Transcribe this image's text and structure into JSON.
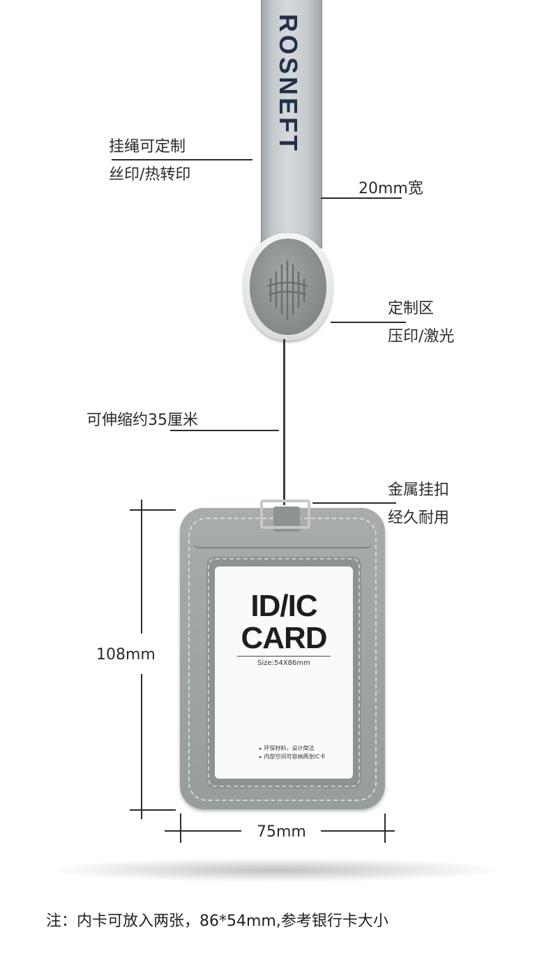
{
  "lanyard": {
    "brand_text": "ROSNEFT",
    "color": "#c7cbce"
  },
  "callouts": {
    "lanyard_custom": "挂绳可定制",
    "lanyard_print": "丝印/热转印",
    "width": "20mm宽",
    "custom_zone": "定制区",
    "custom_zone_method": "压印/激光",
    "retract": "可伸缩约35厘米",
    "clip_title": "金属挂扣",
    "clip_desc": "经久耐用"
  },
  "dimensions": {
    "height": "108mm",
    "width": "75mm"
  },
  "card": {
    "title_line1": "ID/IC",
    "title_line2": "CARD",
    "size": "Size:54X86mm",
    "notes": [
      "环保材料，设计简洁",
      "内部空间可容纳两张IC卡"
    ],
    "holder_color": "#9fa4a1"
  },
  "footer": {
    "note": "注：内卡可放入两张，86*54mm,参考银行卡大小"
  }
}
